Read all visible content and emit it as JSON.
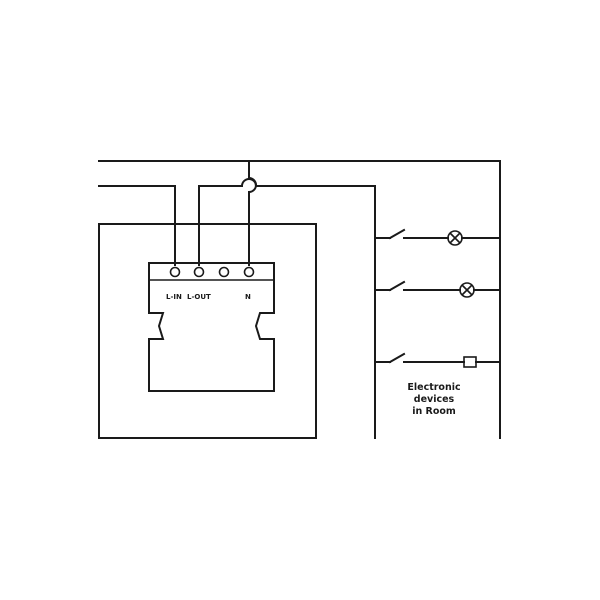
{
  "terminals": {
    "l_in": "L-IN",
    "l_out": "L-OUT",
    "n": "N"
  },
  "room_label": {
    "line1": "Electronic",
    "line2": "devices",
    "line3": "in Room"
  },
  "branches": [
    {
      "type": "lamp"
    },
    {
      "type": "lamp"
    },
    {
      "type": "socket"
    }
  ],
  "colors": {
    "line": "#1a1a1a",
    "background": "#ffffff"
  }
}
